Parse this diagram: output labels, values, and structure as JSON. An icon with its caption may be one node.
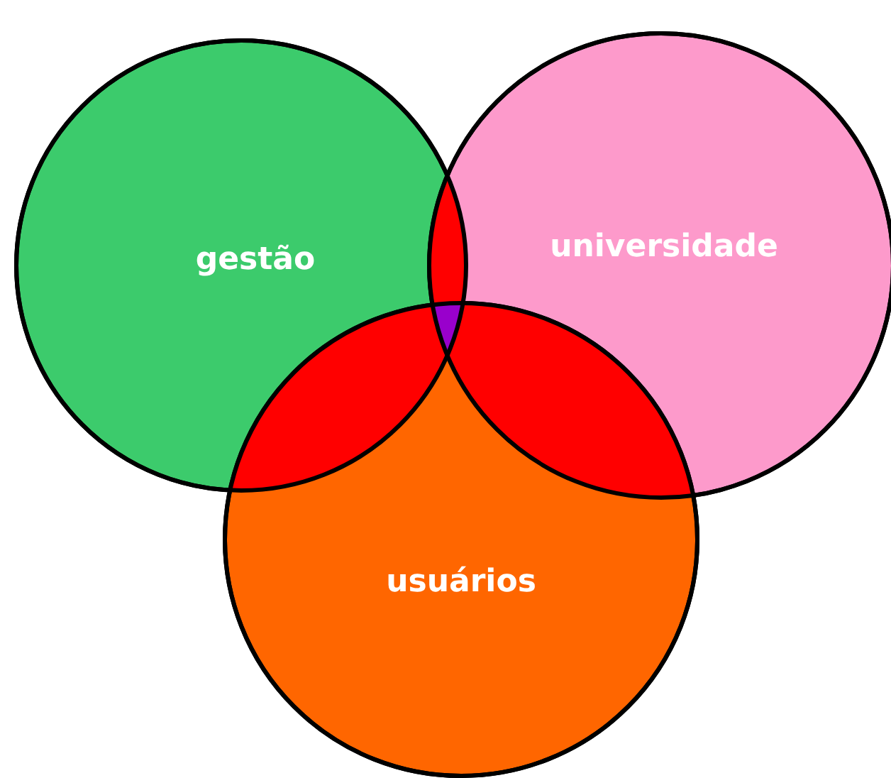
{
  "diagram": {
    "nodes": [
      {
        "text": [
          "gestão"
        ]
      },
      {
        "text": [
          "universidade"
        ]
      },
      {
        "text": [
          "usuários"
        ]
      }
    ]
  }
}
